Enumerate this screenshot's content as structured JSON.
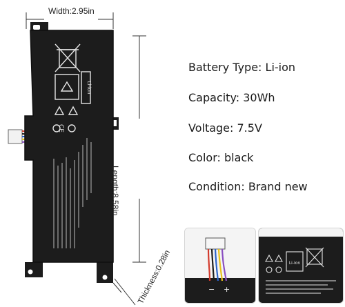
{
  "dimensions": {
    "width": "Width:2.95in",
    "length": "Length:8.58in",
    "thickness": "Thickness:0.28in"
  },
  "specs": [
    "Battery Type: Li-ion",
    "Capacity: 30Wh",
    "Voltage: 7.5V",
    "Color: black",
    "Condition: Brand new"
  ],
  "battery_markings": {
    "li_ion_badge": "Li-ion",
    "ce_mark": "CE",
    "polarity_minus": "−",
    "polarity_plus": "+"
  },
  "colors": {
    "battery_body": "#1c1c1c",
    "wire_red": "#d33a2c",
    "wire_blue": "#2b63c9",
    "wire_yellow": "#e8c21b",
    "wire_purple": "#8a4fc1"
  }
}
